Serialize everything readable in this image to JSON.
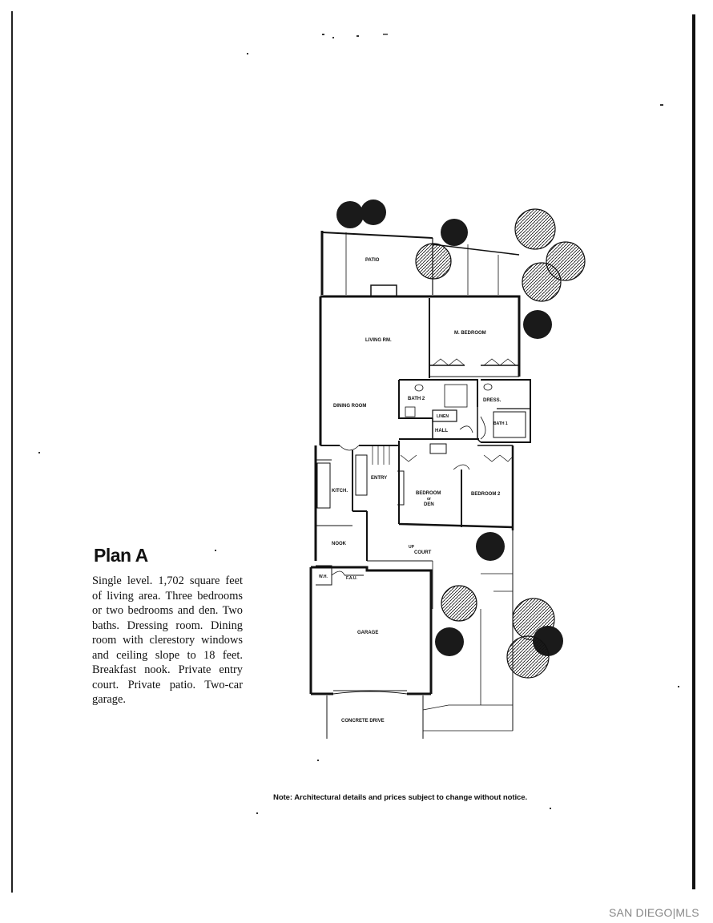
{
  "plan": {
    "title": "Plan A",
    "description": "Single level. 1,702 square feet of living area. Three bedrooms or two bedrooms and den. Two baths. Dressing room. Dining room with clerestory windows and ceiling slope to 18 feet. Breakfast nook. Private entry court. Private patio. Two-car garage."
  },
  "floorplan": {
    "rooms": {
      "patio": "PATIO",
      "living": "LIVING RM.",
      "master": "M. BEDROOM",
      "dining": "DINING ROOM",
      "bath2": "BATH 2",
      "dress": "DRESS.",
      "bath1": "BATH 1",
      "hall": "HALL",
      "linen": "LINEN",
      "entry": "ENTRY",
      "kitchen": "KITCH.",
      "bedroom_or_den": "BEDROOM",
      "or": "or",
      "den": "DEN",
      "bedroom2": "BEDROOM 2",
      "nook": "NOOK",
      "court": "COURT",
      "garage": "GARAGE",
      "drive": "CONCRETE DRIVE",
      "up": "UP",
      "wh": "W.H.",
      "fau": "F.A.U."
    }
  },
  "note": "Note: Architectural details and prices subject to change without notice.",
  "watermark": "SAN DIEGO|MLS"
}
